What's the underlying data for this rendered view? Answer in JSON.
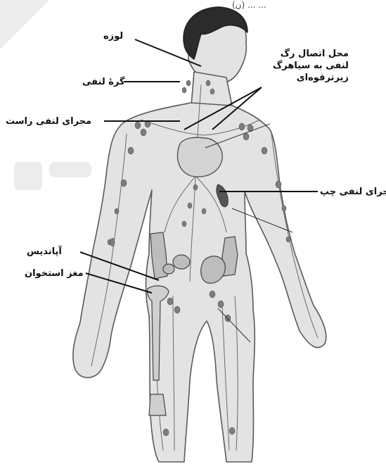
{
  "labels": {
    "tonsil": "لوزه",
    "lymph_node": "گرهٔ لنفی",
    "junction_line1": "محل اتصال رگ",
    "junction_line2": "لنفی به سیاهرگ",
    "junction_line3": "زیرترقوه‌ای",
    "right_lymph_duct": "مجرای لنفی راست",
    "left_lymph_duct": "مجرای لنفی چپ",
    "appendix": "آپاندیس",
    "bone_marrow": "مغز استخوان"
  },
  "top_fragment": "... ... (ن)",
  "colors": {
    "ink": "#111111",
    "body_fill": "#e2e2e2",
    "body_stroke": "#555555",
    "vessel": "#6a6a6a",
    "node": "#8a8a8a",
    "watermark": "#ebebeb"
  }
}
